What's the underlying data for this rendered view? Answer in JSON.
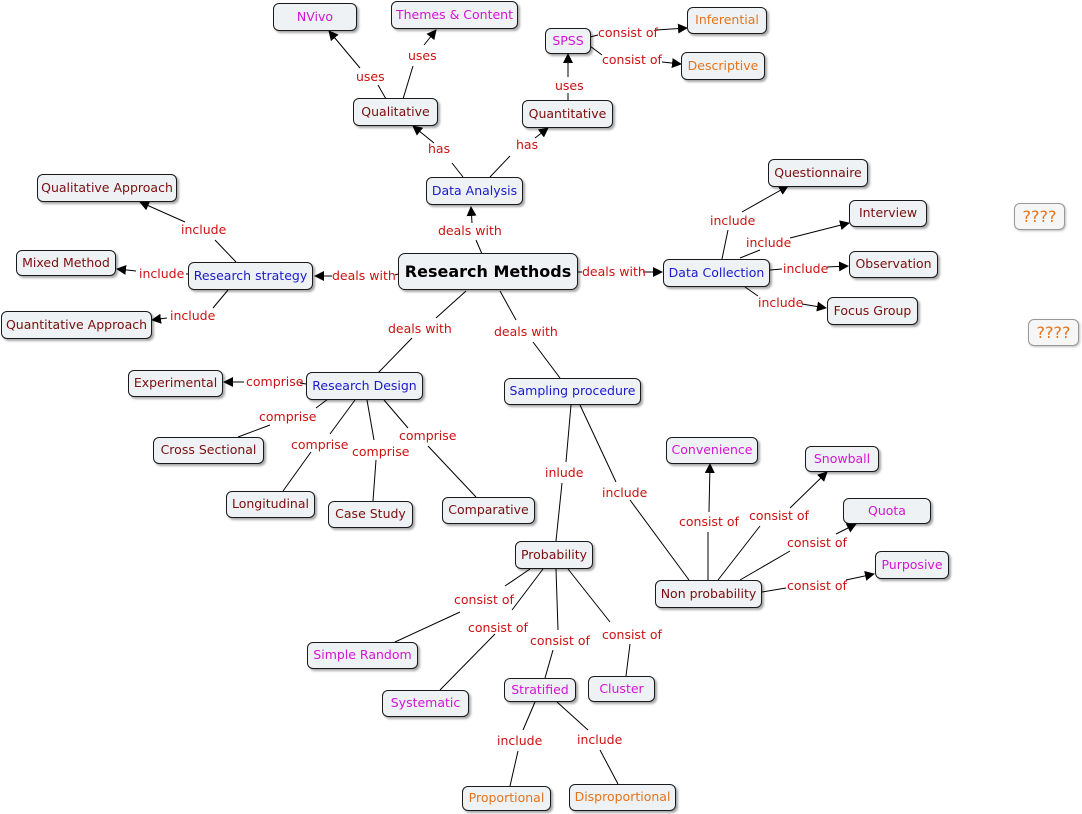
{
  "nodes": {
    "research_methods": "Research Methods",
    "data_analysis": "Data Analysis",
    "qualitative": "Qualitative",
    "quantitative": "Quantitative",
    "nvivo": "NVivo",
    "themes_content": "Themes & Content",
    "spss": "SPSS",
    "inferential": "Inferential",
    "descriptive": "Descriptive",
    "research_strategy": "Research strategy",
    "qualitative_approach": "Qualitative Approach",
    "mixed_method": "Mixed Method",
    "quantitative_approach": "Quantitative Approach",
    "data_collection": "Data Collection",
    "questionnaire": "Questionnaire",
    "interview": "Interview",
    "observation": "Observation",
    "focus_group": "Focus Group",
    "unknown_1": "????",
    "unknown_2": "????",
    "research_design": "Research Design",
    "experimental": "Experimental",
    "cross_sectional": "Cross Sectional",
    "longitudinal": "Longitudinal",
    "case_study": "Case Study",
    "comparative": "Comparative",
    "sampling_procedure": "Sampling procedure",
    "probability": "Probability",
    "non_probability": "Non probability",
    "convenience": "Convenience",
    "snowball": "Snowball",
    "quota": "Quota",
    "purposive": "Purposive",
    "simple_random": "Simple Random",
    "systematic": "Systematic",
    "stratified": "Stratified",
    "cluster": "Cluster",
    "proportional": "Proportional",
    "disproportional": "Disproportional"
  },
  "links": {
    "uses": "uses",
    "has": "has",
    "consist_of": "consist of",
    "deals_with": "deals with",
    "include": "include",
    "comprise": "comprise",
    "inlude": "inlude"
  },
  "colors": {
    "link_text": "#cc1111",
    "concept_text": "#7a0e0e",
    "blue_text": "#1a1acc",
    "magenta_text": "#d414d4",
    "orange_text": "#e3741c",
    "node_fill": "#eef2f5"
  }
}
